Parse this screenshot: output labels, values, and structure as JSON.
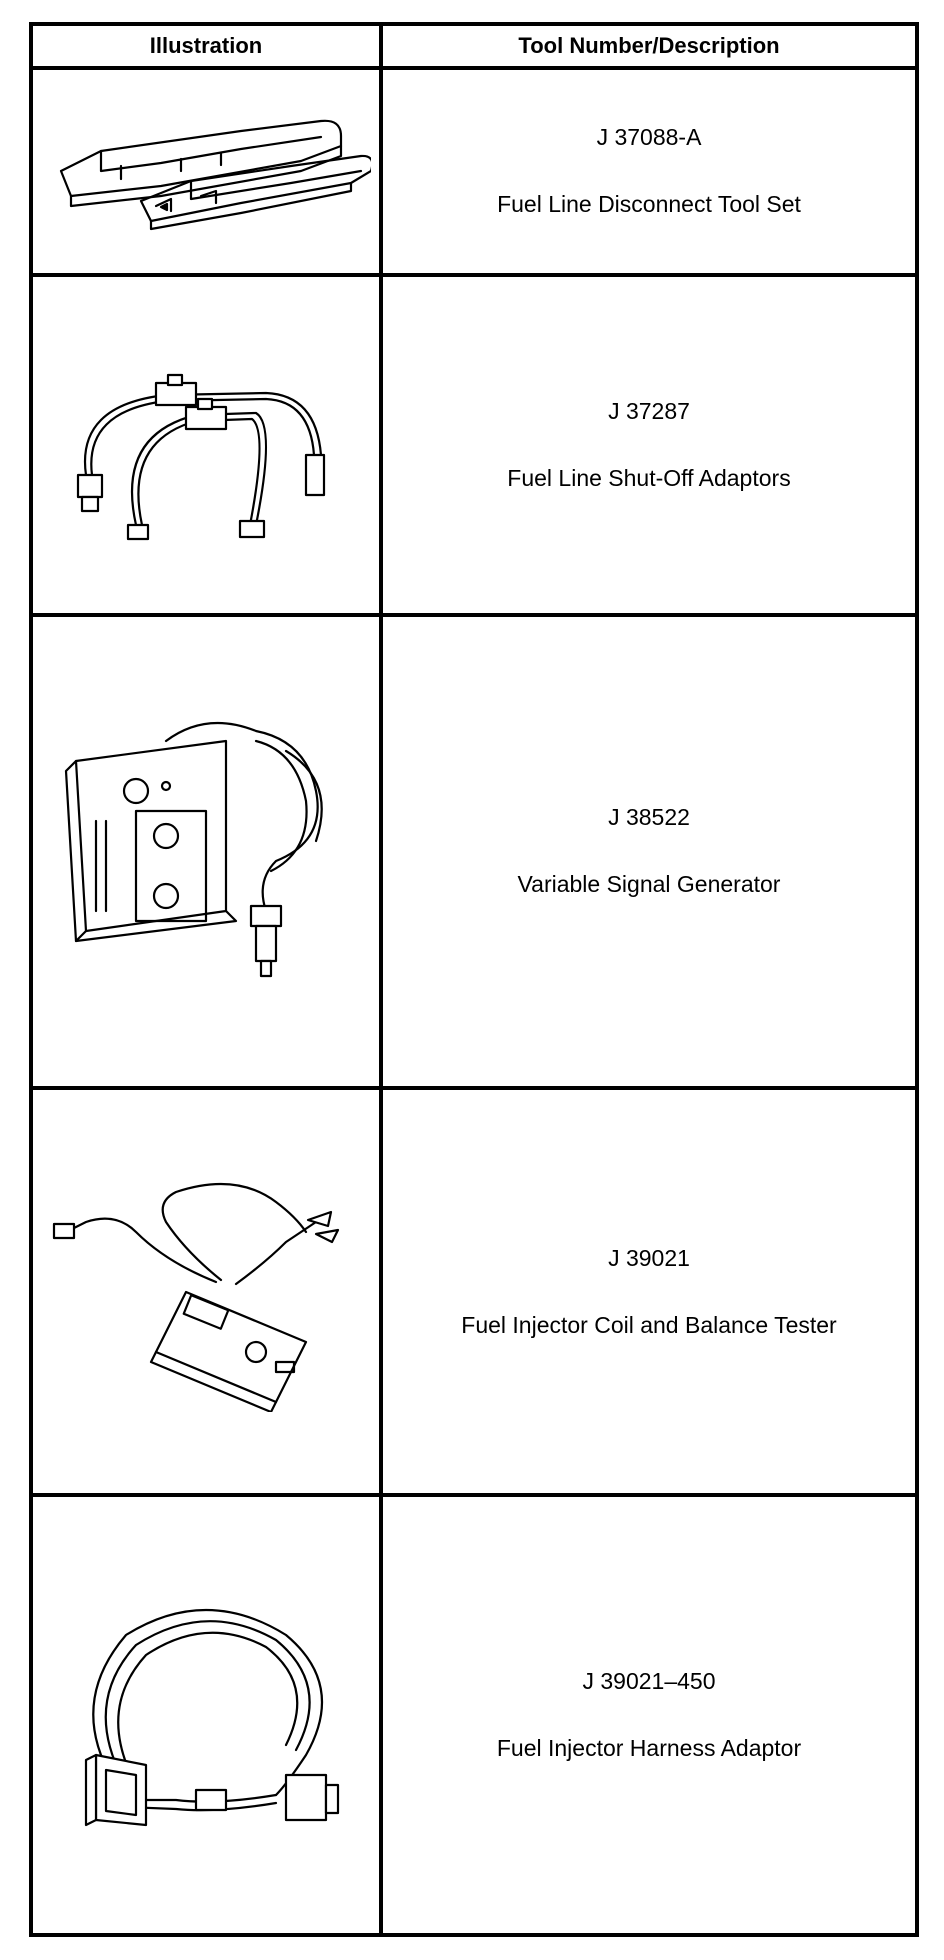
{
  "table": {
    "header": {
      "illustration": "Illustration",
      "tool": "Tool Number/Description"
    },
    "rows": [
      {
        "number": "J 37088-A",
        "description": "Fuel Line Disconnect Tool Set",
        "icon": "fuel-line-disconnect-tool-icon"
      },
      {
        "number": "J 37287",
        "description": "Fuel Line Shut-Off Adaptors",
        "icon": "fuel-line-shutoff-adaptor-icon"
      },
      {
        "number": "J 38522",
        "description": "Variable Signal Generator",
        "icon": "signal-generator-icon"
      },
      {
        "number": "J 39021",
        "description": "Fuel Injector Coil and Balance Tester",
        "icon": "injector-tester-icon"
      },
      {
        "number": "J 39021–450",
        "description": "Fuel Injector Harness Adaptor",
        "icon": "harness-adaptor-icon"
      }
    ]
  }
}
